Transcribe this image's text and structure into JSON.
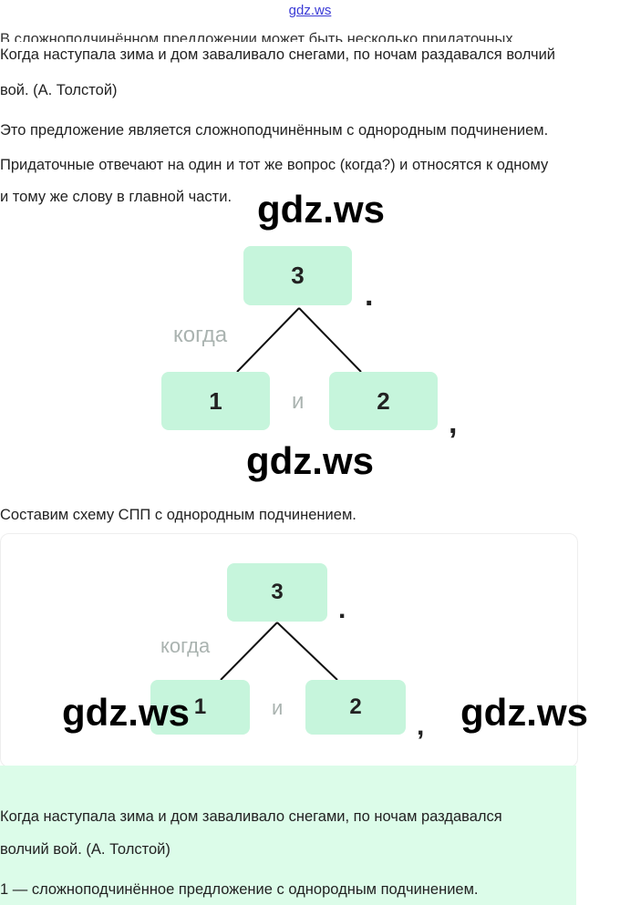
{
  "watermark_top": "gdz.ws",
  "intro_cut": "В сложноподчинённом предложении может быть несколько придаточных",
  "example": {
    "line1": "Когда наступала зима и дом заваливало снегами, по ночам раздавался волчий",
    "line2": "вой. (А. Толстой)"
  },
  "explanation": {
    "line1": "Это предложение является сложноподчинённым с однородным подчинением.",
    "line2": "Придаточные отвечают на один и тот же вопрос (когда?) и относятся к одному",
    "line3": "и тому же слову в главной части."
  },
  "watermark": "gdz.ws",
  "diagram": {
    "main": "3",
    "sub1": "1",
    "sub2": "2",
    "question": "когда",
    "conj": "и",
    "period": ".",
    "comma": ","
  },
  "compose_label": "Составим схему СПП с однородным подчинением.",
  "answer": {
    "line1": "Когда наступала зима и дом заваливало снегами, по ночам раздавался",
    "line2": "волчий вой. (А. Толстой)",
    "line3": "1 — сложноподчинённое предложение с однородным подчинением."
  }
}
